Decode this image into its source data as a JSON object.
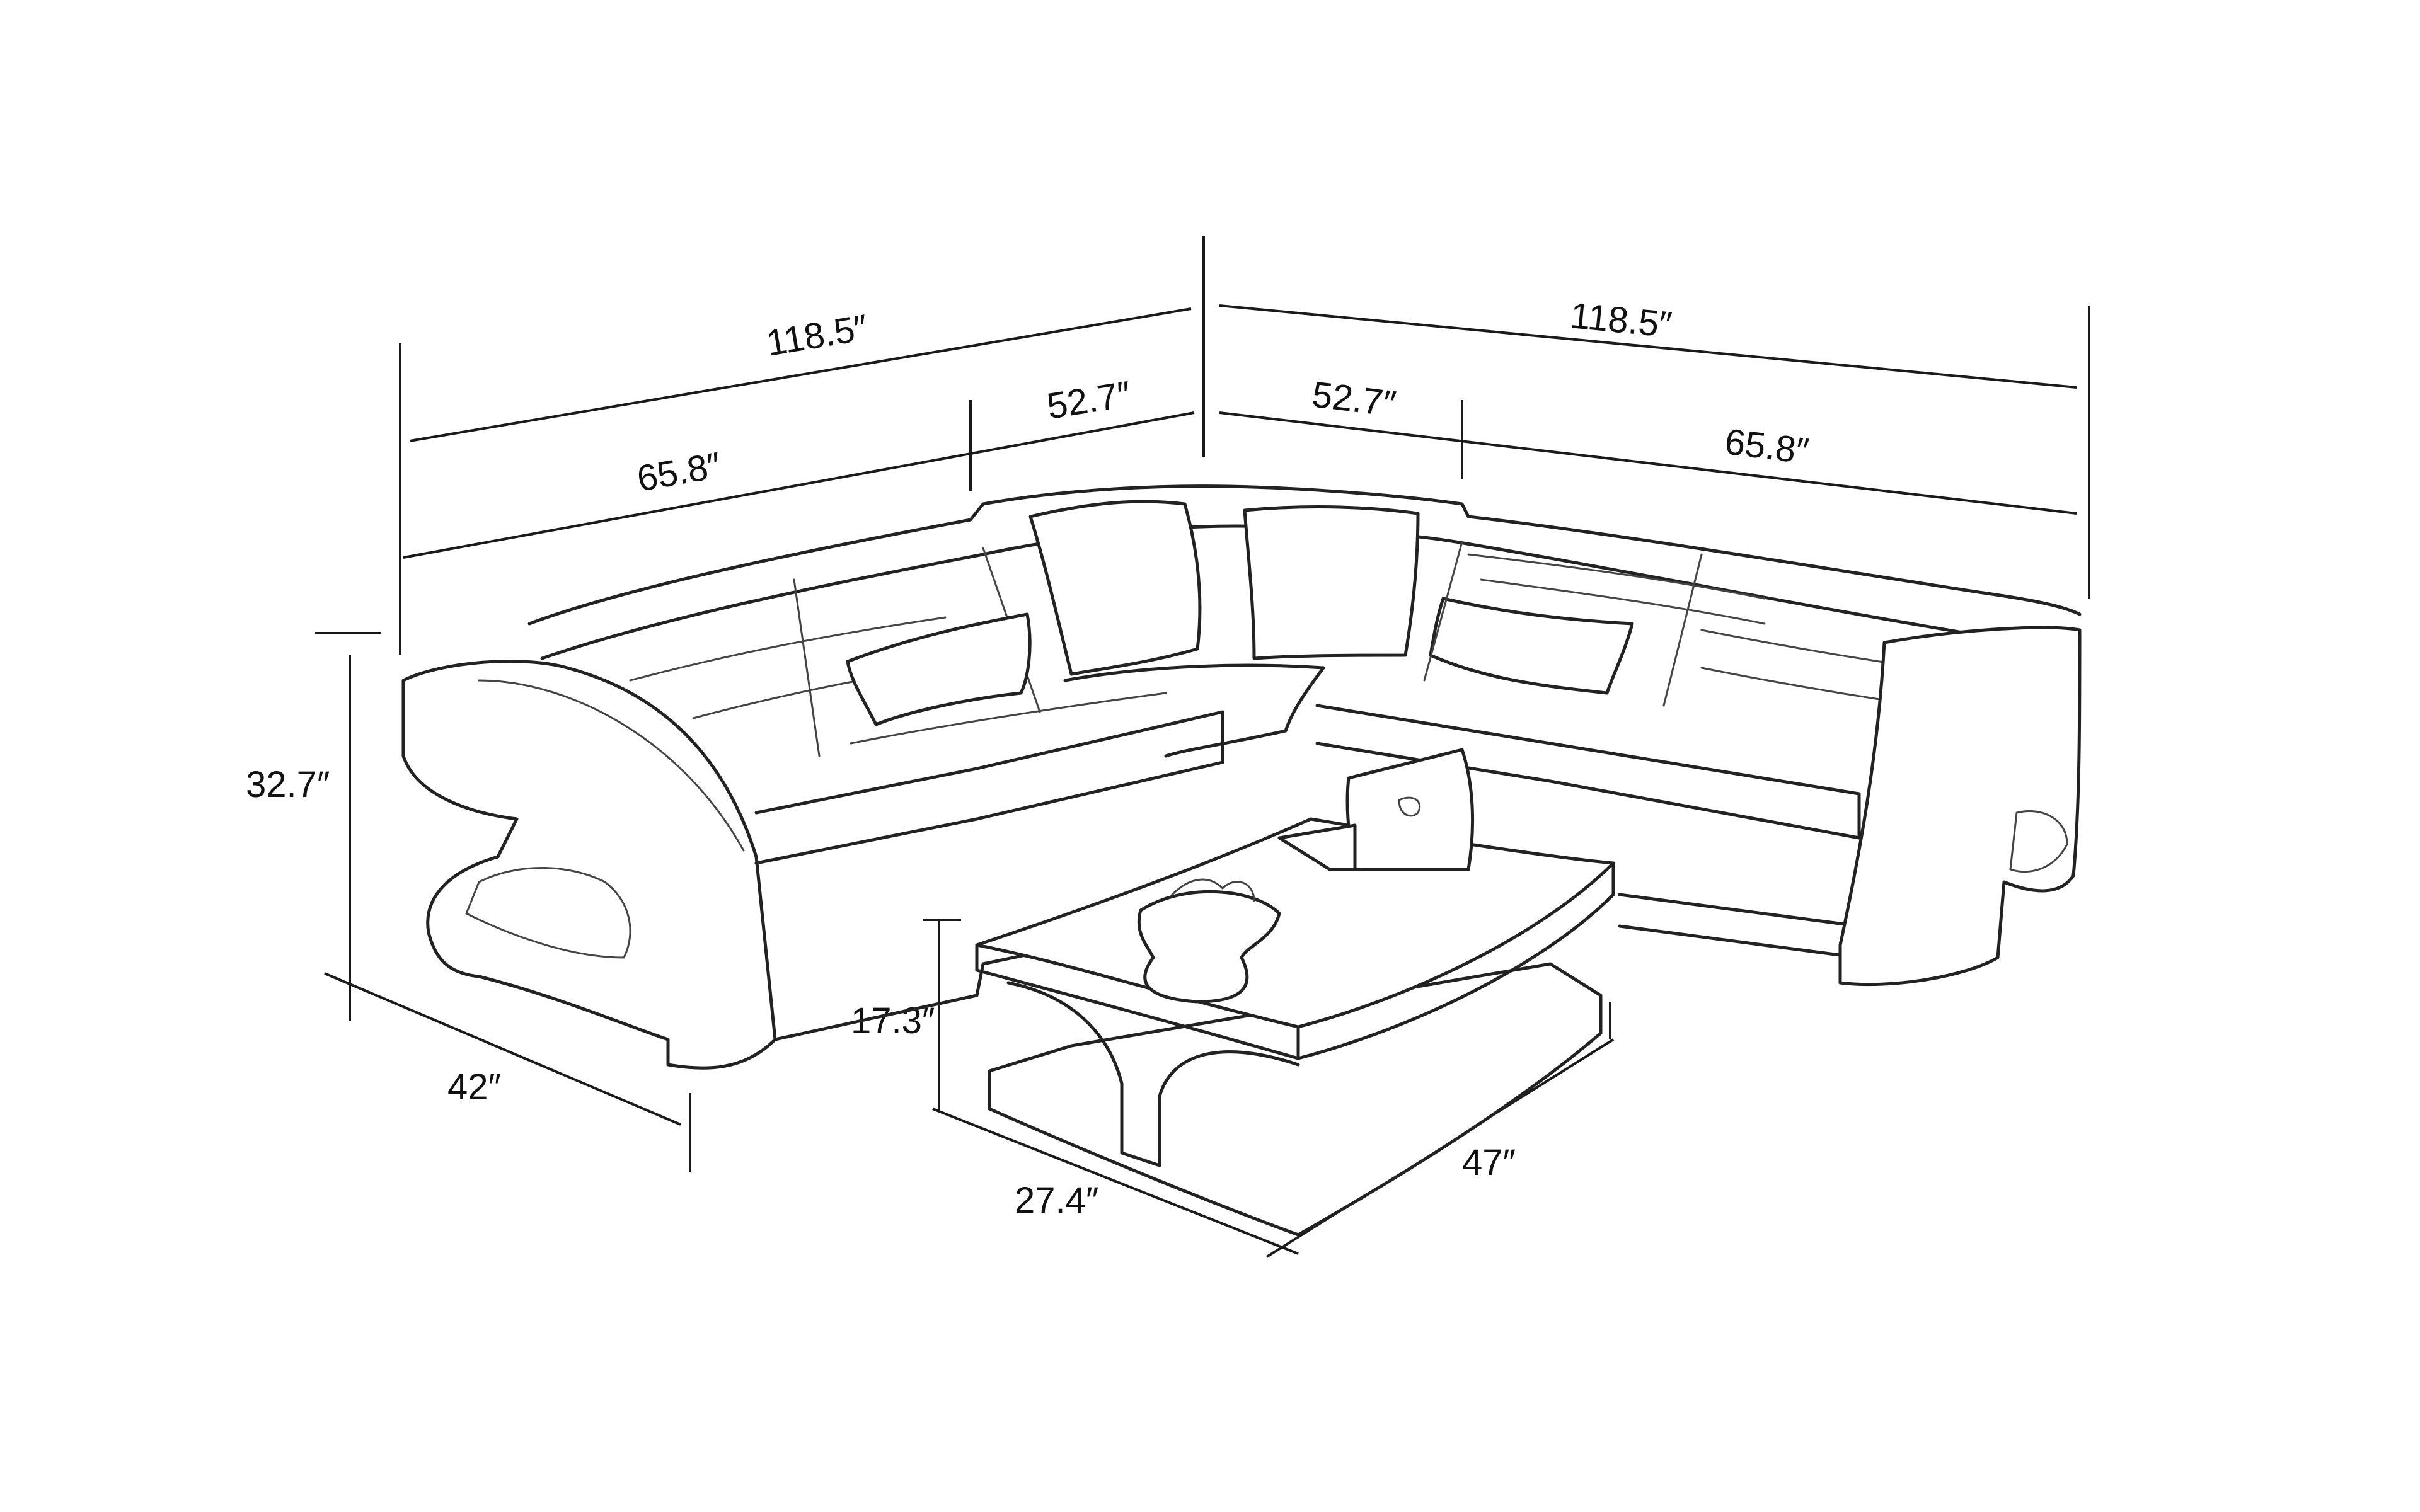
{
  "dimensions": {
    "overall_left_width": "118.5″",
    "overall_right_width": "118.5″",
    "left_long_section": "65.8″",
    "left_corner_section": "52.7″",
    "right_corner_section": "52.7″",
    "right_long_section": "65.8″",
    "sofa_height": "32.7″",
    "sofa_depth": "42″",
    "table_height": "17.3″",
    "table_width": "27.4″",
    "table_length": "47″"
  }
}
